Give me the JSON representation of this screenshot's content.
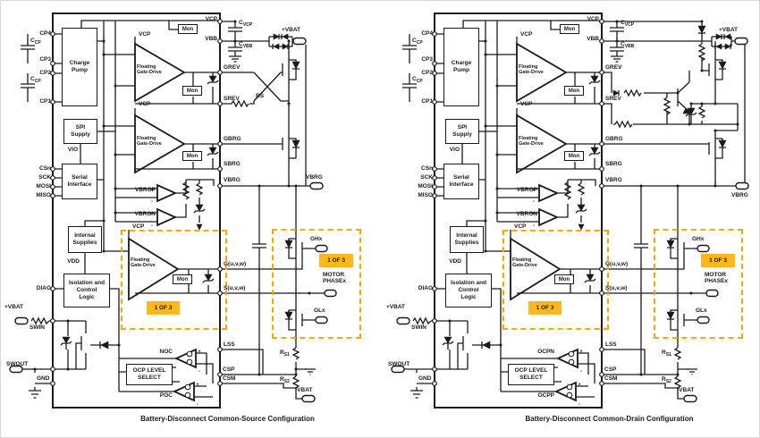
{
  "figure": {
    "background": "#ffffff",
    "wire_color": "#1a1a1a",
    "accent_dash_color": "#F5A800",
    "badge_fill": "#FFB81C",
    "badge_text": "1 OF 3"
  },
  "ic": {
    "blocks": {
      "charge_pump": "Charge\nPump",
      "spi_supply": "SPI\nSupply",
      "serial_interface": "Serial\nInterface",
      "internal_supplies": "Internal\nSupplies",
      "isolation": "Isolation and\nControl\nLogic",
      "ocp_select": "OCP LEVEL\nSELECT",
      "mon": "Mon",
      "gate_drive": "Floating\nGate-Drive",
      "amp_vcp": "VCP"
    },
    "pins": {
      "cp4": "CP4",
      "cp3": "CP3",
      "cp2": "CP2",
      "cp1": "CP1",
      "csn": "CSn",
      "sck": "SCK",
      "mosi": "MOSI",
      "miso": "MISO",
      "diag": "DIAG",
      "swin": "SWIN",
      "swout": "SWOUT",
      "gnd": "GND",
      "vcp": "VCP",
      "vbb": "VBB",
      "grev": "GREV",
      "srev": "SREV",
      "gbrg": "GBRG",
      "sbrg": "SBRG",
      "vbrg": "VBRG",
      "g_uvw": "G(u,v,w)",
      "s_uvw": "S(u,v,w)",
      "lss": "LSS",
      "csp": "CSP",
      "csm": "CSM",
      "vio": "VIO",
      "vdd": "VDD",
      "vbrgp": "VBRGP",
      "vbrgn": "VBRGN"
    },
    "polarity": {
      "plus": "+",
      "minus": "-"
    }
  },
  "ext": {
    "vbat_plus": "+VBAT",
    "vbat_minus": "-VBAT",
    "vbrg": "VBRG",
    "ghx": "GHx",
    "glx": "GLx",
    "motor": "MOTOR\nPHASEx",
    "cap_c": "C",
    "sub_cp": "CP",
    "sub_vcp": "VCP",
    "sub_vbb": "VBB",
    "res_r": "R",
    "sub_s1": "S1",
    "sub_s2": "S2"
  },
  "left": {
    "caption": "Battery-Disconnect Common-Source Configuration",
    "ocp_top": "NOC",
    "ocp_bottom": "POC",
    "rs": "RS"
  },
  "right": {
    "caption": "Battery-Disconnect Common-Drain Configuration",
    "ocp_top": "OCPN",
    "ocp_bottom": "OCPP"
  }
}
